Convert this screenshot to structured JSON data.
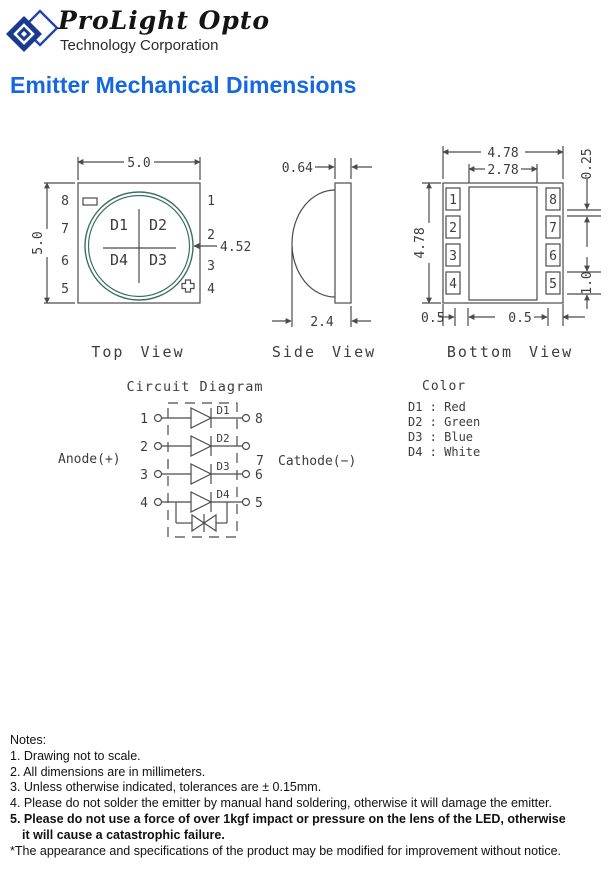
{
  "header": {
    "brand_script": "ProLight Opto",
    "brand_sub": "Technology Corporation",
    "page_title": "Emitter Mechanical Dimensions"
  },
  "views": {
    "top": {
      "label": "Top View",
      "dim_width": "5.0",
      "dim_height": "5.0",
      "dim_lens": "4.52",
      "left_pins": [
        "8",
        "7",
        "6",
        "5"
      ],
      "right_pins": [
        "1",
        "2",
        "3",
        "4"
      ],
      "quadrants": [
        "D1",
        "D2",
        "D4",
        "D3"
      ]
    },
    "side": {
      "label": "Side View",
      "dim_flange": "0.64",
      "dim_total": "2.4"
    },
    "bottom": {
      "label": "Bottom View",
      "dim_outer_width": "4.78",
      "dim_inner_width": "2.78",
      "dim_outer_height": "4.78",
      "dim_pad_gap": "0.25",
      "dim_pad_height": "1.0",
      "dim_margin_left": "0.5",
      "dim_margin_mid": "0.5",
      "left_pads": [
        "1",
        "2",
        "3",
        "4"
      ],
      "right_pads": [
        "8",
        "7",
        "6",
        "5"
      ]
    }
  },
  "circuit": {
    "title": "Circuit Diagram",
    "anode": "Anode(+)",
    "cathode": "Cathode(−)",
    "left_pins": [
      "1",
      "2",
      "3",
      "4"
    ],
    "diode_labels": [
      "D1",
      "D2",
      "D3",
      "D4"
    ],
    "right_pins": {
      "r1": "8",
      "r2": "7",
      "r3": "6",
      "r4": "5"
    }
  },
  "legend": {
    "title": "Color",
    "items": [
      "D1 : Red",
      "D2 : Green",
      "D3 : Blue",
      "D4 : White"
    ]
  },
  "notes": {
    "title": "Notes:",
    "items": [
      "1. Drawing not to scale.",
      "2. All dimensions are in millimeters.",
      "3. Unless otherwise indicated, tolerances are ± 0.15mm.",
      "4. Please do not solder the emitter by manual hand soldering, otherwise it will damage the emitter.",
      "5. Please do not use a force of over 1kgf impact or pressure on the lens of the LED, otherwise",
      "it will cause a catastrophic failure.",
      "*The appearance and specifications of the product may be modified for improvement without notice."
    ]
  },
  "colors": {
    "accent_blue": "#1668e0",
    "logo_blue": "#1a3a8f",
    "line_gray": "#4b4b4b",
    "lens_ring_teal": "#3a6f63"
  }
}
